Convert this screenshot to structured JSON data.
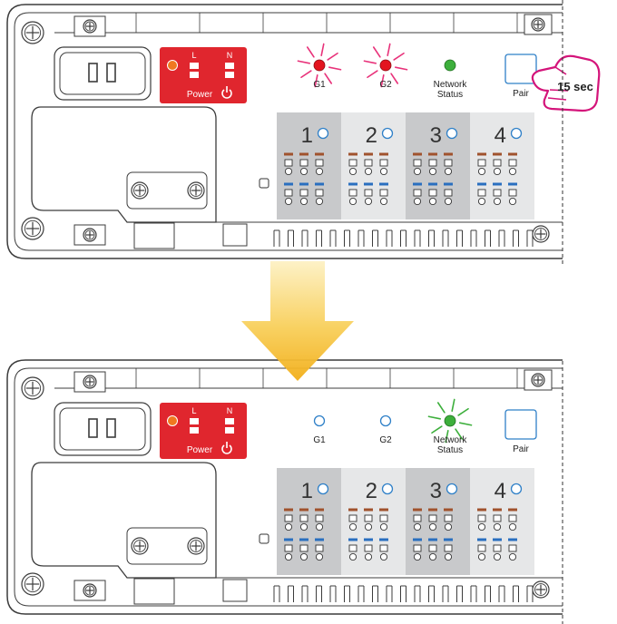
{
  "colors": {
    "outline": "#3c3c3c",
    "power_panel": "#e0262e",
    "led_red": "#e3141f",
    "led_red_glow": "#e8327a",
    "led_green": "#3daf3c",
    "led_green_glow": "#3daf3c",
    "led_off_ring": "#2f80c8",
    "orange_led": "#f07820",
    "finger": "#d4147a",
    "arrow_top": "#fde9a6",
    "arrow_bottom": "#f3b51b",
    "zone_dark": "#c8c9cb",
    "zone_light": "#e6e7e8",
    "wire_brown": "#a0522d",
    "wire_blue": "#2a6fbf"
  },
  "power": {
    "l_label": "L",
    "n_label": "N",
    "label": "Power",
    "icon": "power-icon"
  },
  "leds": {
    "g1_label": "G1",
    "g2_label": "G2",
    "network_line1": "Network",
    "network_line2": "Status",
    "pair_label": "Pair"
  },
  "press": {
    "duration_label": "15 sec",
    "icon": "finger-press-icon"
  },
  "zones": [
    "1",
    "2",
    "3",
    "4"
  ],
  "states": [
    {
      "name": "before",
      "g1": "red-blinking",
      "g2": "red-blinking",
      "network": "green",
      "pair": "pressed"
    },
    {
      "name": "after",
      "g1": "off",
      "g2": "off",
      "network": "green-blinking",
      "pair": "released"
    }
  ],
  "transition_icon": "down-arrow-icon"
}
